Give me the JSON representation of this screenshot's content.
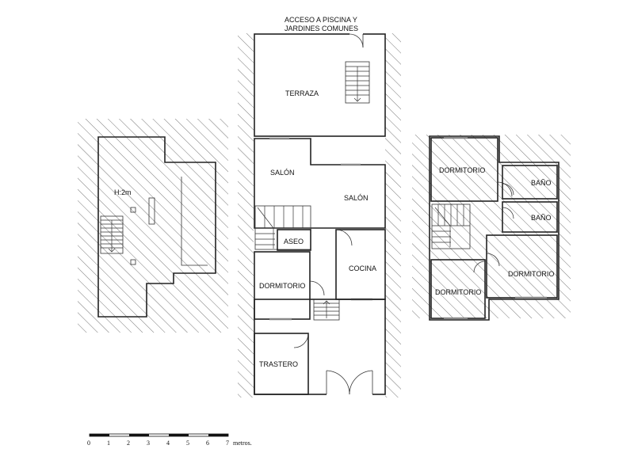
{
  "labels": {
    "access": "ACCESO A PISCINA Y",
    "access2": "JARDINES COMUNES",
    "terraza": "TERRAZA",
    "salon_left": "SALÓN",
    "salon_right": "SALÓN",
    "aseo": "ASEO",
    "cocina": "COCINA",
    "dormitorio_ground": "DORMITORIO",
    "trastero": "TRASTERO",
    "height": "H:2m",
    "dormitorio_top": "DORMITORIO",
    "bano_1": "BAÑO",
    "bano_2": "BAÑO",
    "dormitorio_right": "DORMITORIO",
    "dormitorio_bottom": "DORMITORIO"
  },
  "scale": {
    "ticks": [
      "0",
      "1",
      "2",
      "3",
      "4",
      "5",
      "6",
      "7"
    ],
    "unit": "metros."
  },
  "colors": {
    "wall": "#222222",
    "hatch": "#555555"
  }
}
